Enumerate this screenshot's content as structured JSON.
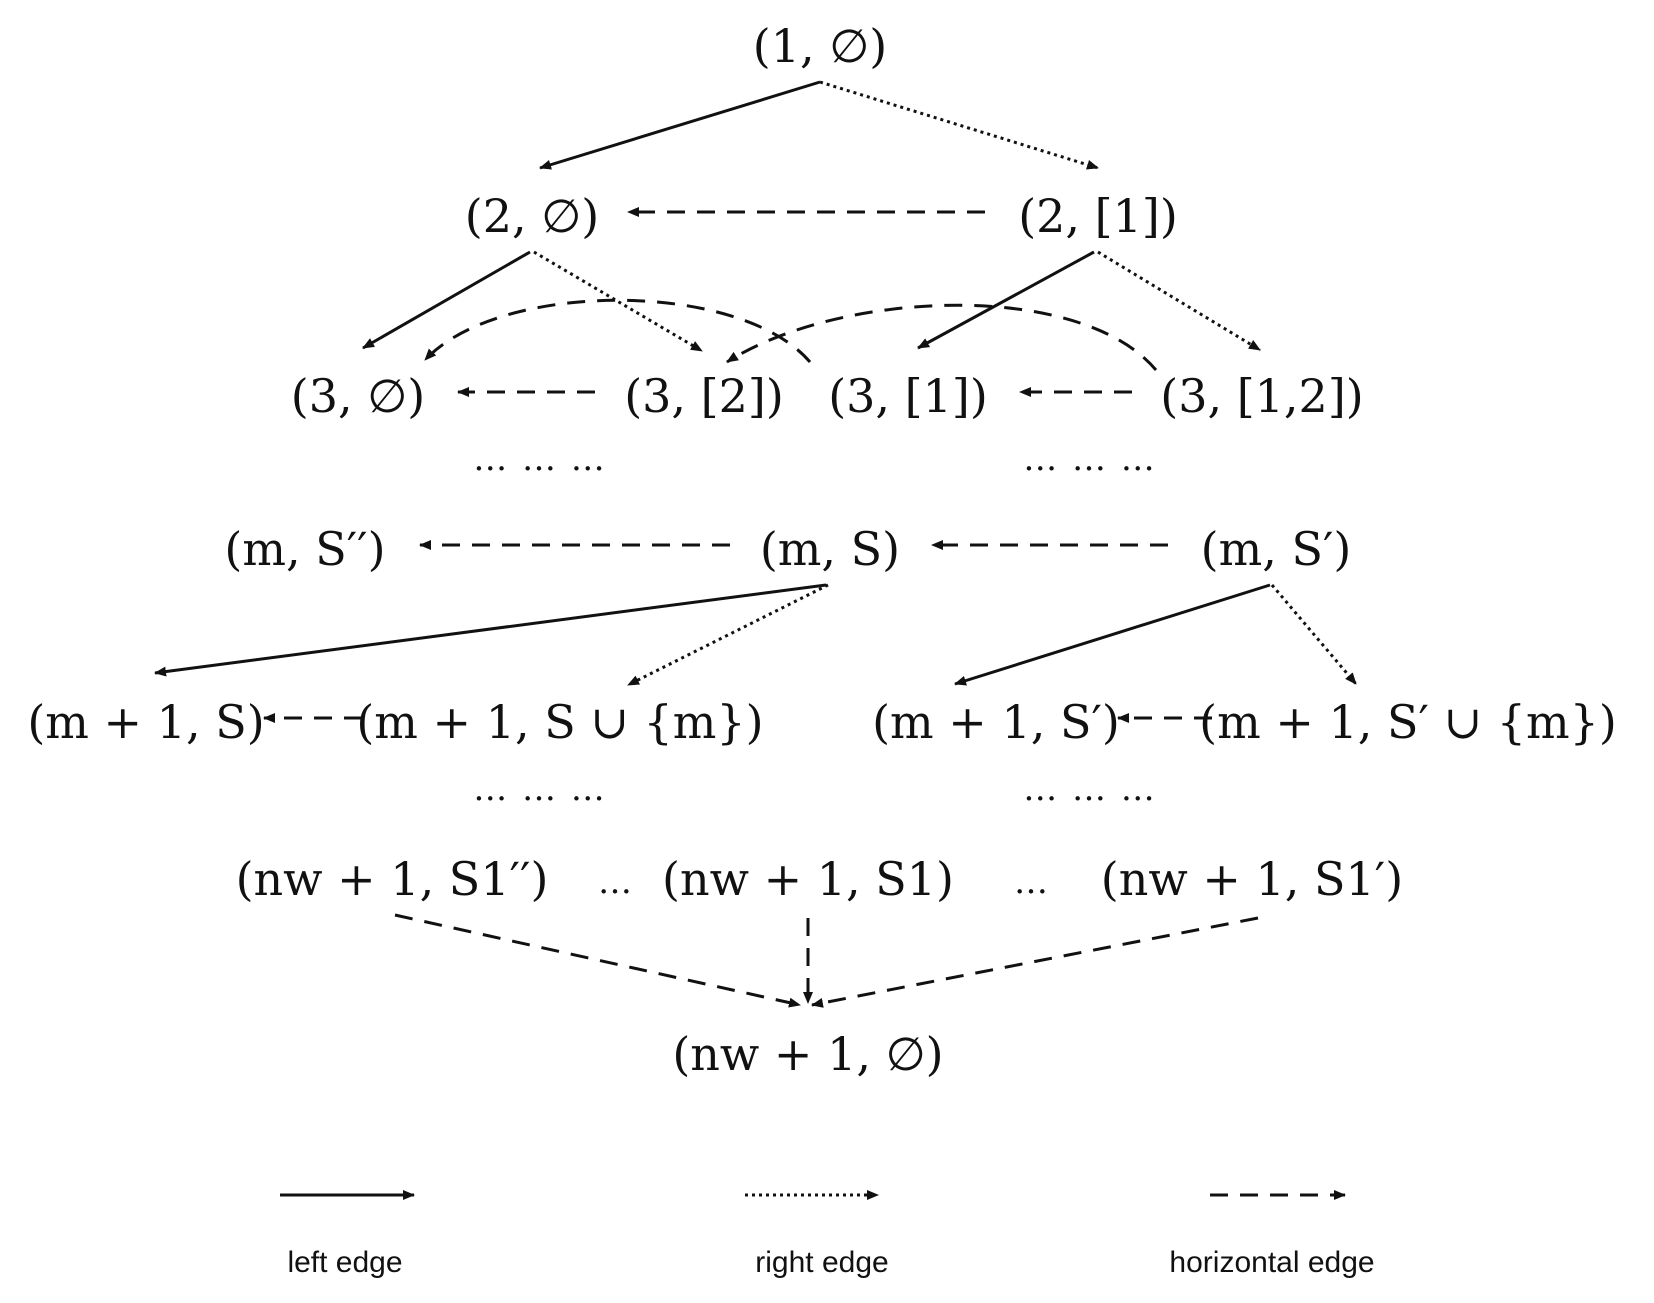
{
  "nodes": {
    "n_1_empty": "(1, ∅)",
    "n_2_empty": "(2, ∅)",
    "n_2_1": "(2, [1])",
    "n_3_empty": "(3, ∅)",
    "n_3_2": "(3, [2])",
    "n_3_1": "(3, [1])",
    "n_3_12": "(3, [1,2])",
    "n_m_S2": "(m, S′′)",
    "n_m_S": "(m, S)",
    "n_m_S1": "(m, S′)",
    "n_m1_S": "(m + 1, S)",
    "n_m1_SUm": "(m + 1, S ∪ {m})",
    "n_m1_S1": "(m + 1, S′)",
    "n_m1_S1Um": "(m + 1, S′ ∪ {m})",
    "n_nw_S1pp": "(nw + 1, S1′′)",
    "n_nw_S1": "(nw + 1, S1)",
    "n_nw_S1p": "(nw + 1, S1′)",
    "n_nw_empty": "(nw + 1, ∅)"
  },
  "ellipses": {
    "row4_left": "… … …",
    "row4_right": "… … …",
    "row6_left": "… … …",
    "row6_right": "… … …",
    "row7_a": "…",
    "row7_b": "…"
  },
  "legend": {
    "left": "left edge",
    "right": "right edge",
    "horizontal": "horizontal edge"
  },
  "colors": {
    "ink": "#111111",
    "background": "#ffffff"
  }
}
